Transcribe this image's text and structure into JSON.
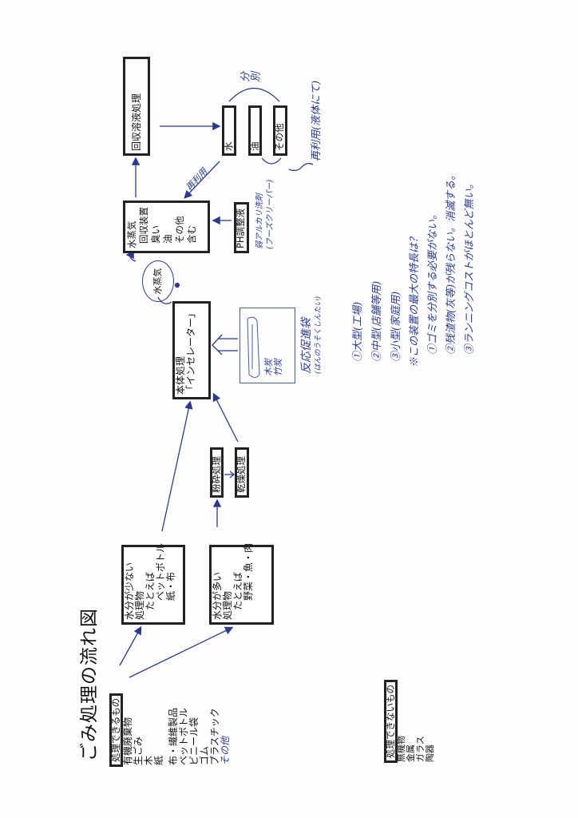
{
  "title": "ごみ処理の流れ図",
  "can_process": {
    "header": "処理できるもの",
    "items": [
      "有機廃棄物",
      "生ごみ",
      "木",
      "紙",
      "",
      "布・繊維製品",
      "ペットボトル",
      "ビニール袋",
      "ゴム",
      "プラスチック"
    ],
    "handwritten_extra": "その他"
  },
  "cannot_process": {
    "header": "処理できないもの",
    "items": [
      "無機物",
      "金属",
      "ガラス",
      "陶器"
    ]
  },
  "low_moisture": {
    "lines": [
      "水分が少ない",
      "処理物",
      "　たとえば",
      "　　ペットボトル",
      "　　紙・布"
    ]
  },
  "high_moisture": {
    "lines": [
      "水分が多い",
      "処理物",
      "　たとえば",
      "　　野菜・魚・肉"
    ]
  },
  "crush": "粉砕処理",
  "dry": "乾燥処理",
  "main_process": {
    "lines": [
      "本体処理",
      "「インセレーター」"
    ]
  },
  "reaction_bag": {
    "inner": "木炭 竹炭",
    "caption": "反応促進袋",
    "reading": "(はんのうそくしんたい)"
  },
  "steam_bubble": "水蒸気",
  "steam_recovery": {
    "lines": [
      "水蒸気",
      "回収装置",
      "臭い",
      "油",
      "その他",
      "含む"
    ]
  },
  "ph": {
    "label": "PH調整液",
    "note1": "弱アルカリ洗剤",
    "note2": "(フーズクリーパー)"
  },
  "recovered_solution": "回収溶液処理",
  "separated": [
    "水",
    "油",
    "その他"
  ],
  "separate_label": "分別",
  "reuse_label": "再利用",
  "reuse_note": "再利用(液体にて)",
  "notes": {
    "sizes": [
      "①大型(工場)",
      "②中型(店舗等用)",
      "③小型(家庭用)"
    ],
    "question": "※この装置の最大の特長は？",
    "answers": [
      "①ゴミを分別する必要がない。",
      "②残渣物(灰等)が残らない。消滅する。",
      "③ランニングコストがほとんど無い。"
    ]
  },
  "colors": {
    "ink": "#2b3a8c",
    "text": "#111111"
  }
}
